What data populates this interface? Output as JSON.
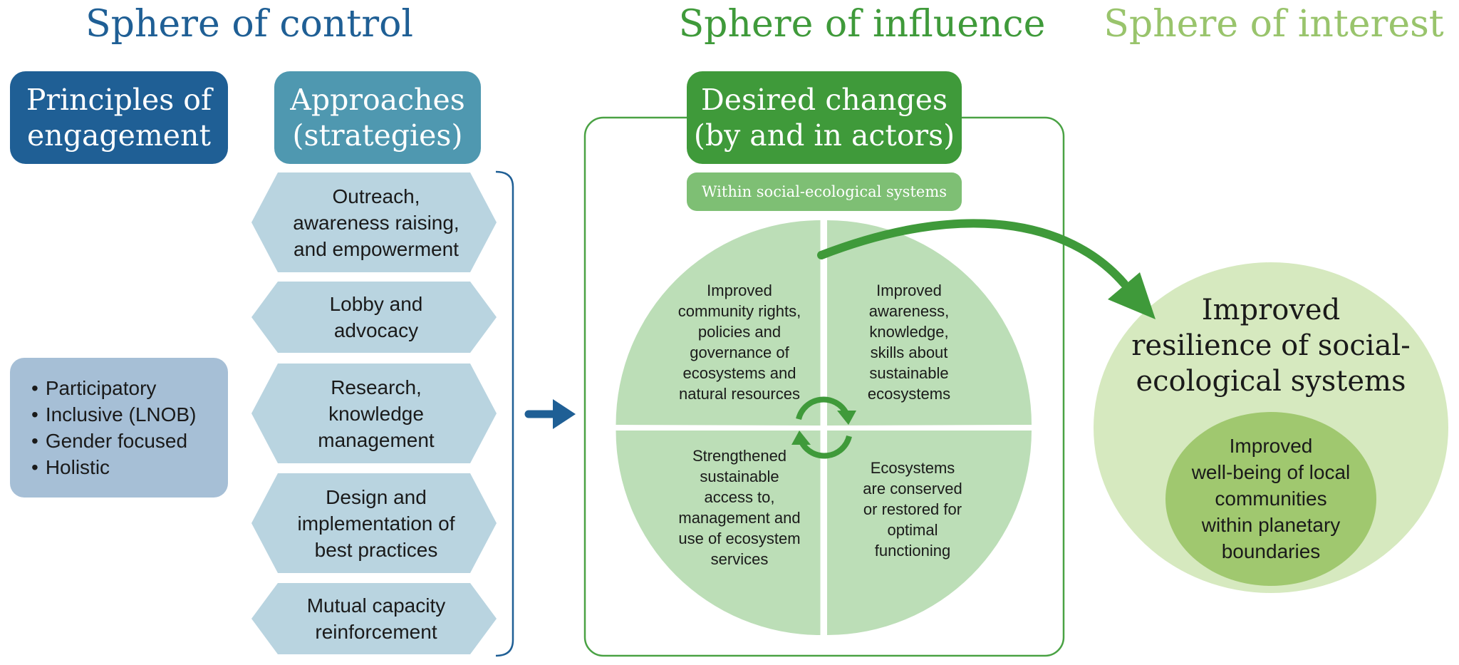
{
  "colors": {
    "control_blue": "#1f5f95",
    "approaches_teal": "#4f98b0",
    "hex_fill": "#b9d4e0",
    "principles_list_fill": "#a6bfd6",
    "influence_green": "#3f9a3a",
    "within_green": "#7ebf74",
    "quadrant_green": "#bcdeb7",
    "interest_green": "#99c46c",
    "outer_circle": "#d6e9bf",
    "inner_circle": "#a0c86f"
  },
  "spheres": {
    "control": "Sphere of control",
    "influence": "Sphere of influence",
    "interest": "Sphere of interest"
  },
  "principles": {
    "heading_lines": [
      "Principles of",
      "engagement"
    ],
    "items": [
      "Participatory",
      "Inclusive (LNOB)",
      "Gender focused",
      "Holistic"
    ]
  },
  "approaches": {
    "heading_lines": [
      "Approaches",
      "(strategies)"
    ],
    "items": [
      [
        "Outreach,",
        "awareness raising,",
        "and empowerment"
      ],
      [
        "Lobby and",
        "advocacy"
      ],
      [
        "Research,",
        "knowledge",
        "management"
      ],
      [
        "Design and",
        "implementation of",
        "best practices"
      ],
      [
        "Mutual capacity",
        "reinforcement"
      ]
    ]
  },
  "desired_changes": {
    "heading_lines": [
      "Desired changes",
      "(by and in actors)"
    ],
    "subtitle": "Within social-ecological systems",
    "quadrants": [
      [
        "Improved",
        "community rights,",
        "policies and",
        "governance of",
        "ecosystems and",
        "natural resources"
      ],
      [
        "Improved",
        "awareness,",
        "knowledge,",
        "skills about",
        "sustainable",
        "ecosystems"
      ],
      [
        "Strengthened",
        "sustainable",
        "access to,",
        "management and",
        "use of ecosystem",
        "services"
      ],
      [
        "Ecosystems",
        "are conserved",
        "or restored for",
        "optimal",
        "functioning"
      ]
    ]
  },
  "interest": {
    "outer_lines": [
      "Improved",
      "resilience of social-",
      "ecological systems"
    ],
    "inner_lines": [
      "Improved",
      "well-being of local",
      "communities",
      "within planetary",
      "boundaries"
    ]
  }
}
